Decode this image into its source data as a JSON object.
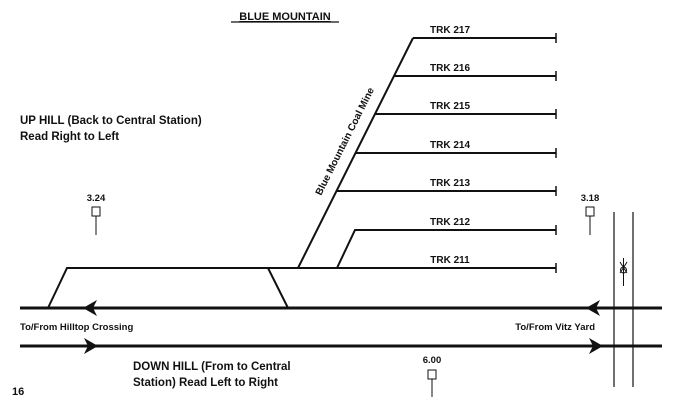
{
  "title": "BLUE MOUNTAIN",
  "mine_label": "Blue Mountain Coal Mine",
  "up_hill": {
    "line1": "UP HILL (Back to Central Station)",
    "line2": "Read Right to Left"
  },
  "down_hill": {
    "line1": "DOWN HILL (From to Central",
    "line2": "Station) Read Left to Right"
  },
  "left_label": "To/From Hilltop Crossing",
  "right_label": "To/From Vitz Yard",
  "page_number": "16",
  "tracks": [
    "TRK 217",
    "TRK 216",
    "TRK 215",
    "TRK 214",
    "TRK 213",
    "TRK 212",
    "TRK 211"
  ],
  "signals": {
    "left": "3.24",
    "right": "3.18",
    "bottom": "6.00"
  },
  "crossing_icon": "railroad-crossing-icon"
}
